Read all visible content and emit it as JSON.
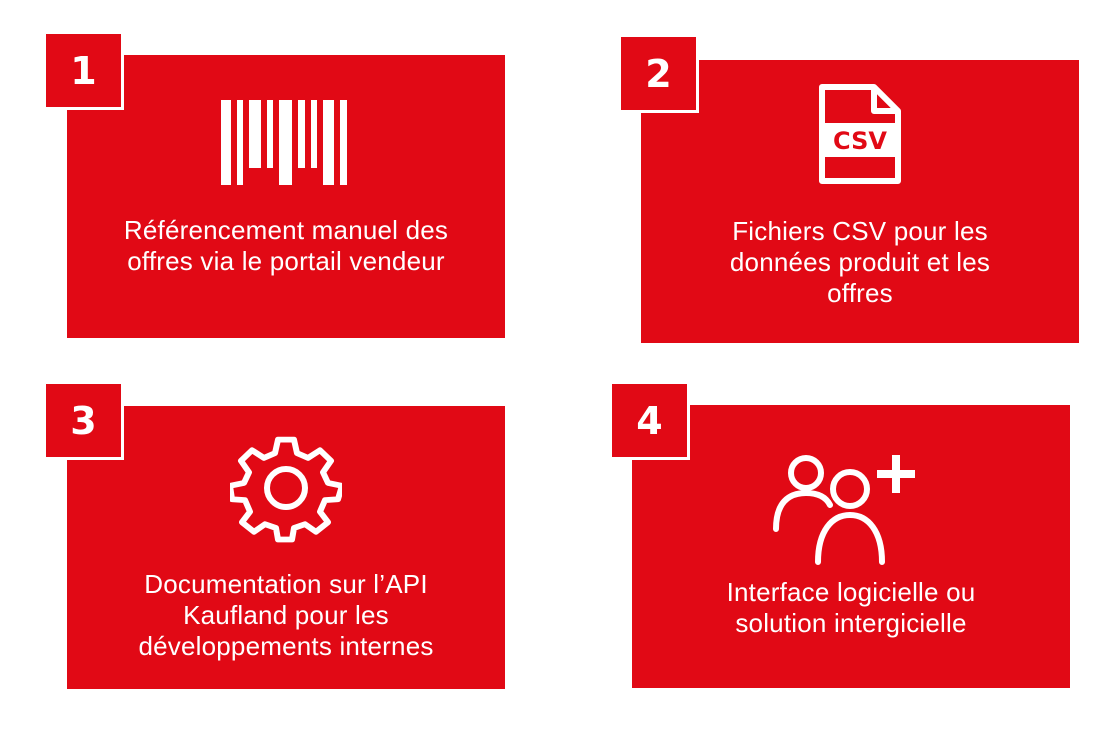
{
  "colors": {
    "card_bg": "#e10915",
    "foreground": "#ffffff",
    "page_bg": "#ffffff"
  },
  "cards": [
    {
      "number": "1",
      "icon": "barcode-icon",
      "text": "Référencement manuel des\noffres via le portail vendeur"
    },
    {
      "number": "2",
      "icon": "csv-file-icon",
      "icon_label": "CSV",
      "text": "Fichiers CSV pour les\ndonnées produit et les\noffres"
    },
    {
      "number": "3",
      "icon": "gear-icon",
      "text": "Documentation sur l’API\nKaufland pour les\ndéveloppements internes"
    },
    {
      "number": "4",
      "icon": "add-users-icon",
      "text": "Interface logicielle ou\nsolution intergicielle"
    }
  ]
}
